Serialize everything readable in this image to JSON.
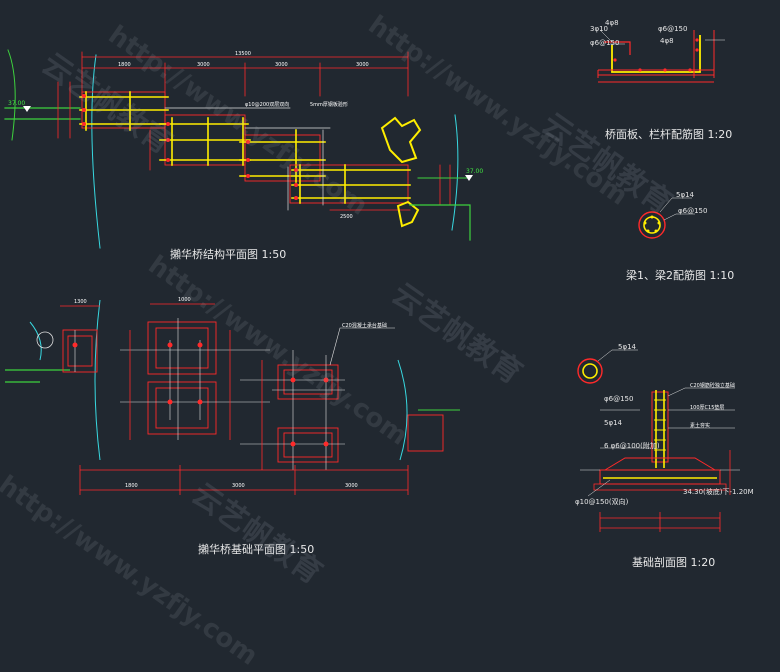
{
  "titles": {
    "plan": "攋华桥结构平面图 1:50",
    "foundation": "攋华桥基础平面图 1:50",
    "deck": "桥面板、栏杆配筋图 1:20",
    "beam": "梁1、梁2配筋图 1:10",
    "section": "基础剖面图 1:20"
  },
  "plan_dims": {
    "total": "13500",
    "d1": "1800",
    "d2": "3000",
    "d3": "3000",
    "d4": "3000",
    "d5": "2500"
  },
  "plan_notes": {
    "n1": "φ10@200双层双向",
    "n2": "5mm厚钢板验形"
  },
  "levels": {
    "left": "37.00",
    "right": "37.00"
  },
  "found_dims": {
    "top1": "1300",
    "top2": "1000",
    "b1": "1800",
    "b2": "3000",
    "b3": "3000"
  },
  "found_notes": {
    "n1": "C20混凝土承台基础"
  },
  "deck_notes": {
    "a": "3φ10",
    "b": "φ6@150",
    "c": "4φ8",
    "d": "φ6@150",
    "e": "4φ8"
  },
  "beam_notes": {
    "a": "5φ14",
    "b": "φ6@150"
  },
  "section_notes": {
    "a": "5φ14",
    "b": "φ6@150",
    "c": "5φ14",
    "d": "C20钢筋砼独立基础",
    "e": "100厚C15垫层",
    "f": "素土夯实",
    "g": "6 φ6@100(附加)",
    "h": "34.30(坡底)下-1.20M",
    "i": "φ10@150(双向)"
  },
  "watermarks": {
    "url": "http://www.yzfjy.com",
    "brand": "云艺帆教育"
  },
  "colors": {
    "background": "#212830",
    "red": "#ff2a2a",
    "yellow": "#ffee00",
    "green": "#3ed23e",
    "cyan": "#38d8e0",
    "white": "#f0f0f0"
  }
}
